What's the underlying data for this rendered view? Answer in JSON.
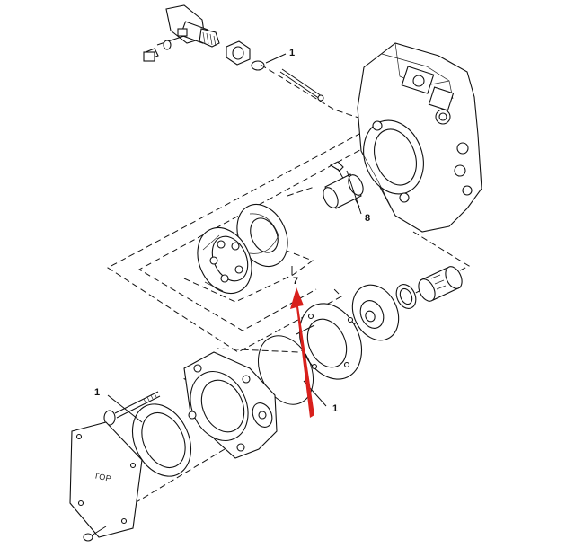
{
  "diagram": {
    "callouts": [
      {
        "id": "o-ring-top",
        "text": "1"
      },
      {
        "id": "o-ring-left",
        "text": "1"
      },
      {
        "id": "o-ring-bottom",
        "text": "1"
      },
      {
        "id": "pin",
        "text": "8"
      },
      {
        "id": "rotating-group",
        "text": "7"
      }
    ],
    "cover_marking": "TOP",
    "arrow_color": "#d8201c",
    "line_color": "#111111"
  }
}
